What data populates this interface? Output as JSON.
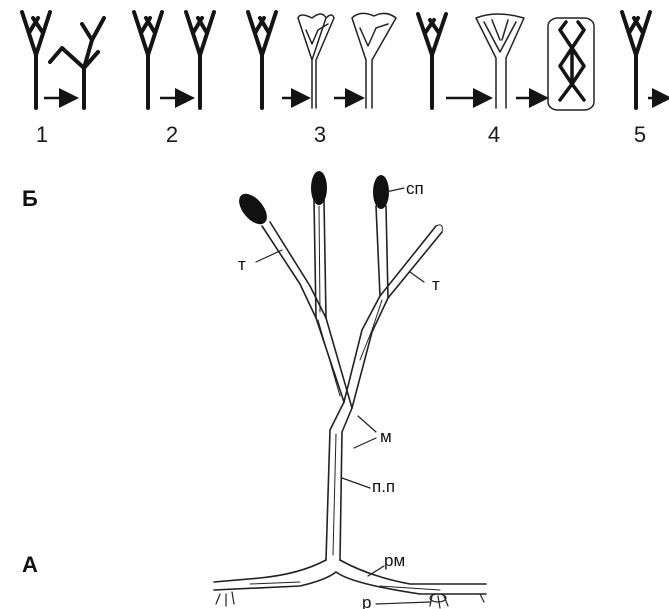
{
  "stages": [
    {
      "number": "1"
    },
    {
      "number": "2"
    },
    {
      "number": "3"
    },
    {
      "number": "4"
    },
    {
      "number": "5"
    }
  ],
  "panels": {
    "top": "Б",
    "bottom": "А"
  },
  "labels": {
    "sp": "сп",
    "t_left": "т",
    "t_right": "т",
    "m": "м",
    "pp": "п.п",
    "rm": "рм",
    "r": "р"
  }
}
